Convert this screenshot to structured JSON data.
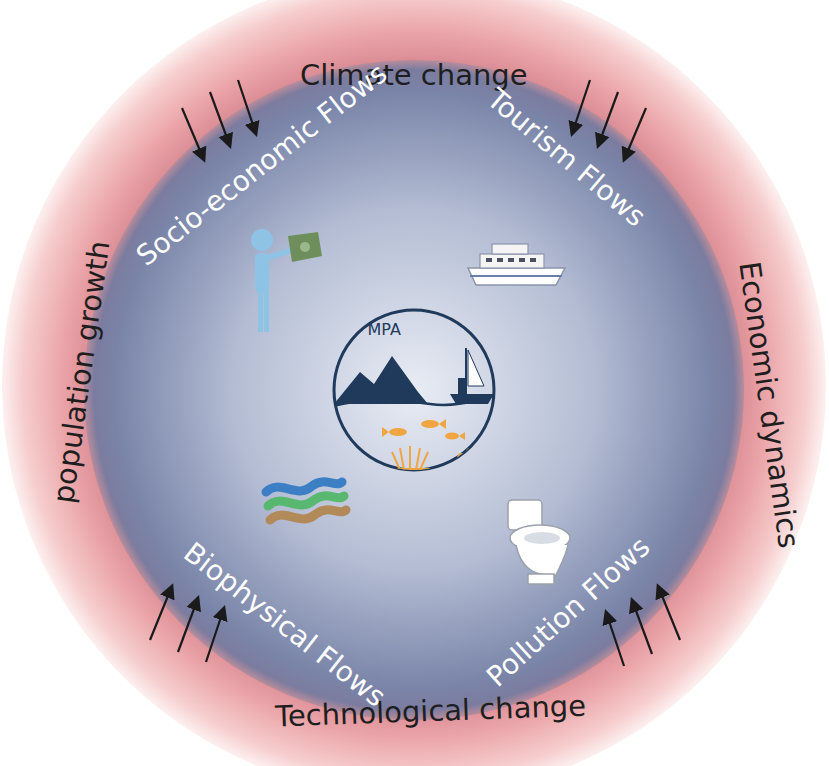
{
  "diagram": {
    "nodes": [
      {
        "text": [
          "Climate change",
          "Economic dynamics",
          "Technological change",
          "population growth"
        ]
      },
      {
        "text": [
          "Socio-economic Flows",
          "Tourism Flows",
          "Pollution Flows",
          "Biophysical Flows"
        ],
        "in": 0
      },
      {
        "text": [
          "MPA"
        ],
        "in": 1
      }
    ],
    "edges": []
  }
}
